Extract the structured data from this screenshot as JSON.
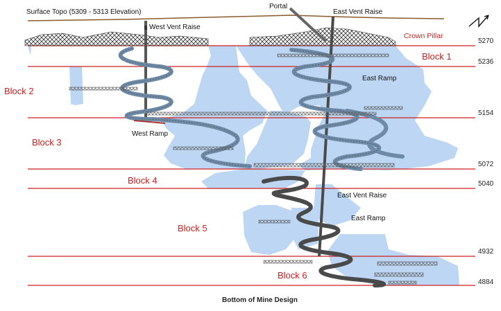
{
  "labels": {
    "surface_topo": "Surface Topo (5309 - 5313 Elevation)",
    "portal": "Portal",
    "east_vent_raise_top": "East Vent Raise",
    "west_vent_raise": "West Vent Raise",
    "crown_pillar": "Crown Pillar",
    "east_ramp_upper": "East Ramp",
    "west_ramp": "West Ramp",
    "east_vent_raise_lower": "East Vent Raise",
    "east_ramp_lower": "East Ramp",
    "footer": "Bottom of Mine Design"
  },
  "blocks": [
    "Block 1",
    "Block 2",
    "Block 3",
    "Block 4",
    "Block 5",
    "Block 6"
  ],
  "elevations": [
    "5270",
    "5236",
    "5154",
    "5072",
    "5040",
    "4932",
    "4884"
  ],
  "colors": {
    "ore_zone": "#bcd6f4",
    "level_line": "#cc1f1f",
    "topo_line": "#8b5a2b",
    "ramp": "#6e8aa6",
    "raise": "#555555"
  },
  "north_arrow": "north-arrow-icon"
}
